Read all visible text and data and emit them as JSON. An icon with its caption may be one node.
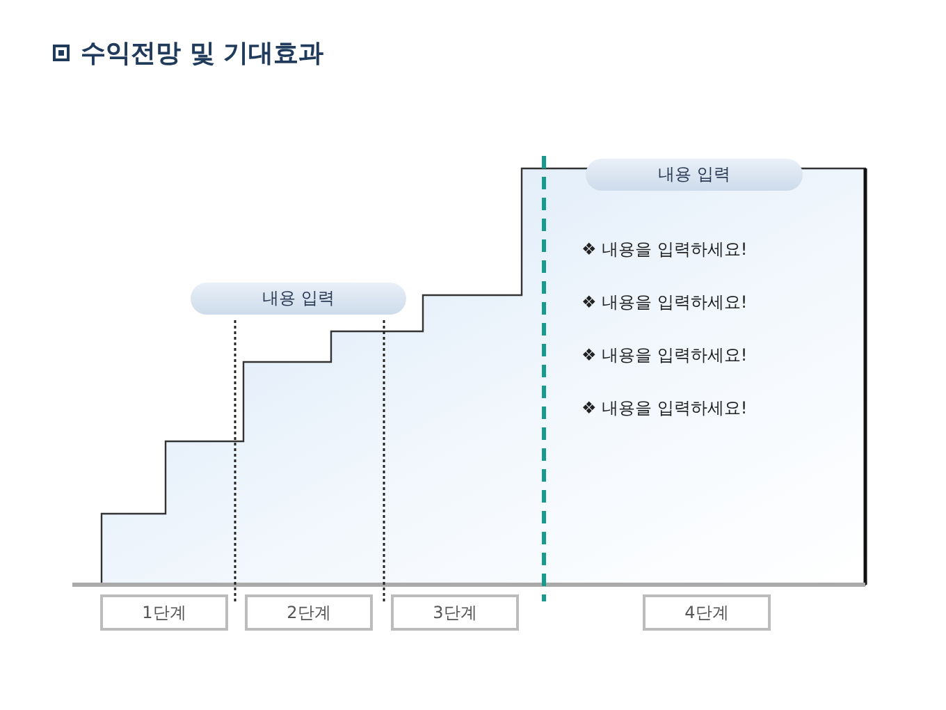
{
  "diagram": {
    "title": "수익전망 및 기대효과",
    "nodes": [
      {
        "text": [
          "내용 입력"
        ]
      },
      {
        "text": [
          "내용 입력"
        ]
      },
      {
        "text": [
          "1단계"
        ]
      },
      {
        "text": [
          "2단계"
        ]
      },
      {
        "text": [
          "3단계"
        ]
      },
      {
        "text": [
          "4단계"
        ]
      }
    ],
    "labels": [
      "❖ 내용을 입력하세요!",
      "❖ 내용을 입력하세요!",
      "❖ 내용을 입력하세요!",
      "❖ 내용을 입력하세요!"
    ]
  }
}
